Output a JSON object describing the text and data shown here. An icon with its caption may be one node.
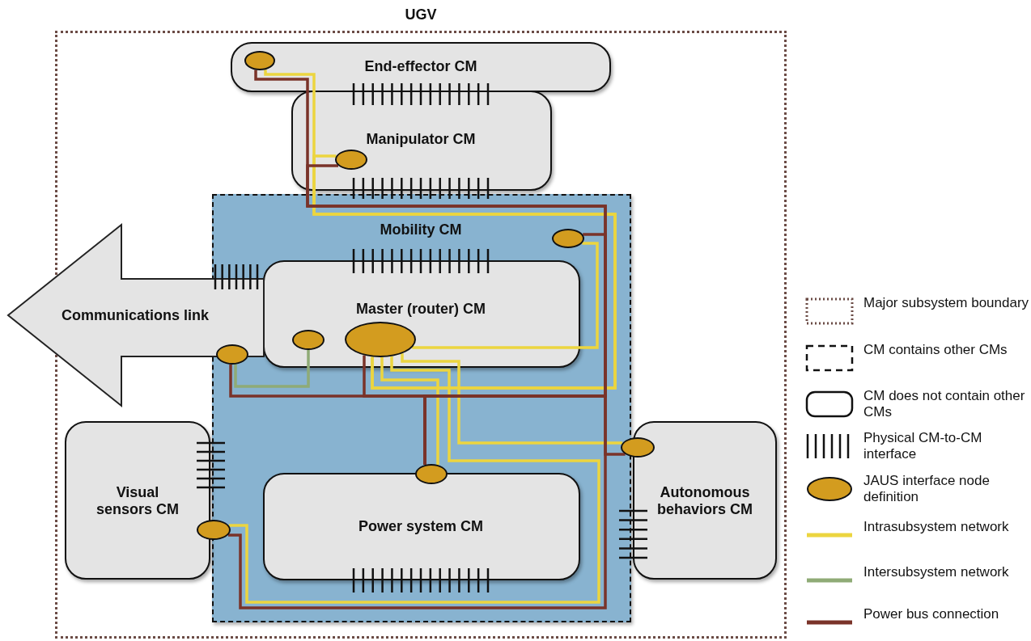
{
  "diagram": {
    "nodes": [
      {
        "text": [
          "UGV"
        ]
      },
      {
        "text": [
          "End-effector CM"
        ],
        "in": 0
      },
      {
        "text": [],
        "shape": "ellipse",
        "in": 1
      },
      {
        "text": [
          "Manipulator CM"
        ],
        "in": 0
      },
      {
        "text": [],
        "shape": "ellipse",
        "in": 3
      },
      {
        "text": [
          "Mobility CM"
        ],
        "in": 0
      },
      {
        "text": [],
        "shape": "ellipse",
        "in": 5
      },
      {
        "text": [
          "Master (router) CM"
        ],
        "in": 5
      },
      {
        "text": [],
        "shape": "ellipse",
        "in": 7
      },
      {
        "text": [],
        "shape": "ellipse",
        "in": 7
      },
      {
        "text": [
          "Communications link"
        ]
      },
      {
        "text": [],
        "shape": "ellipse"
      },
      {
        "text": [
          "Visual sensors CM"
        ],
        "in": 0
      },
      {
        "text": [],
        "shape": "ellipse",
        "in": 0
      },
      {
        "text": [
          "Power system CM"
        ],
        "in": 5
      },
      {
        "text": [],
        "shape": "ellipse",
        "in": 5
      },
      {
        "text": [
          "Autonomous behaviors CM"
        ],
        "in": 0
      },
      {
        "text": [],
        "shape": "ellipse",
        "in": 0
      }
    ],
    "edges": [
      {
        "from": 9,
        "to": 2,
        "arrow": "none",
        "color": "#ecd53f"
      },
      {
        "from": 9,
        "to": 4,
        "arrow": "none",
        "color": "#ecd53f"
      },
      {
        "from": 9,
        "to": 6,
        "arrow": "none",
        "color": "#ecd53f"
      },
      {
        "from": 9,
        "to": 15,
        "arrow": "none",
        "color": "#ecd53f"
      },
      {
        "from": 9,
        "to": 17,
        "arrow": "none",
        "color": "#ecd53f"
      },
      {
        "from": 9,
        "to": 13,
        "arrow": "none",
        "color": "#ecd53f"
      },
      {
        "from": 11,
        "to": 8,
        "arrow": "none",
        "color": "#8fab76"
      },
      {
        "from": 15,
        "to": 9,
        "arrow": "none",
        "color": "#7a3329"
      },
      {
        "from": 15,
        "to": 11,
        "arrow": "none",
        "color": "#7a3329"
      },
      {
        "from": 15,
        "to": 6,
        "arrow": "none",
        "color": "#7a3329"
      },
      {
        "from": 15,
        "to": 2,
        "arrow": "none",
        "color": "#7a3329"
      },
      {
        "from": 15,
        "to": 4,
        "arrow": "none",
        "color": "#7a3329"
      },
      {
        "from": 15,
        "to": 17,
        "arrow": "none",
        "color": "#7a3329"
      },
      {
        "from": 15,
        "to": 13,
        "arrow": "none",
        "color": "#7a3329"
      }
    ],
    "legend": [
      {
        "text": "Major subsystem boundary"
      },
      {
        "text": "CM contains other CMs"
      },
      {
        "text": "CM does not contain other CMs"
      },
      {
        "text": "Physical CM-to-CM interface"
      },
      {
        "text": "JAUS interface node definition"
      },
      {
        "text": "Intrasubsystem network"
      },
      {
        "text": "Intersubsystem network"
      },
      {
        "text": "Power bus connection"
      }
    ]
  }
}
